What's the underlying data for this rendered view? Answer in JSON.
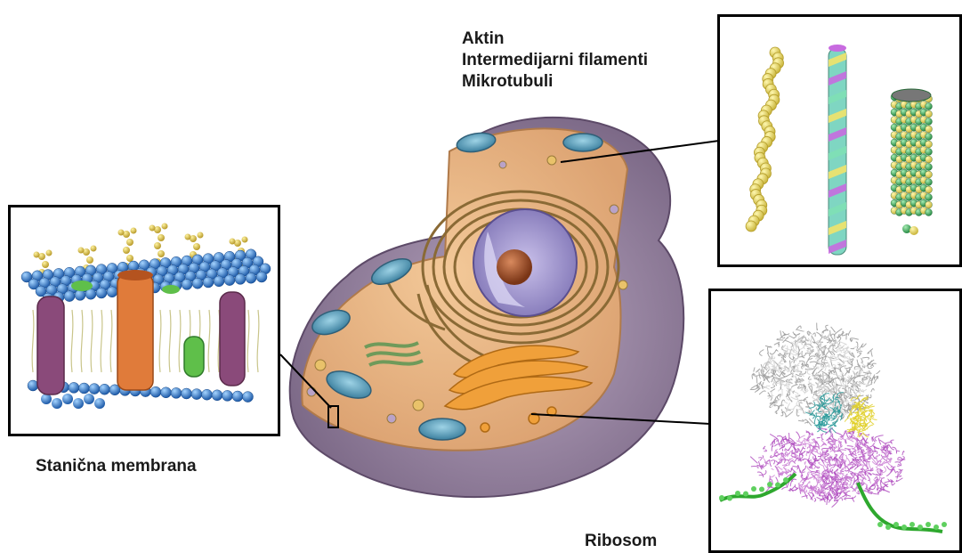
{
  "labels": {
    "cytoskeleton": [
      "Aktin",
      "Intermedijarni filamenti",
      "Mikrotubuli"
    ],
    "membrane": "Stanična membrana",
    "ribosome": "Ribosom"
  },
  "colors": {
    "membrane_blue": "#3f87d6",
    "protein_purple": "#8a4a7a",
    "protein_orange": "#e07b3a",
    "actin_yellow": "#f2e36a",
    "microtubule_green": "#3fae5a",
    "cytoplasm": "#e8b57f",
    "cell_outer": "#8f7a97",
    "ribosome_purple": "#b04fc0",
    "rna_green": "#2ea82e"
  }
}
